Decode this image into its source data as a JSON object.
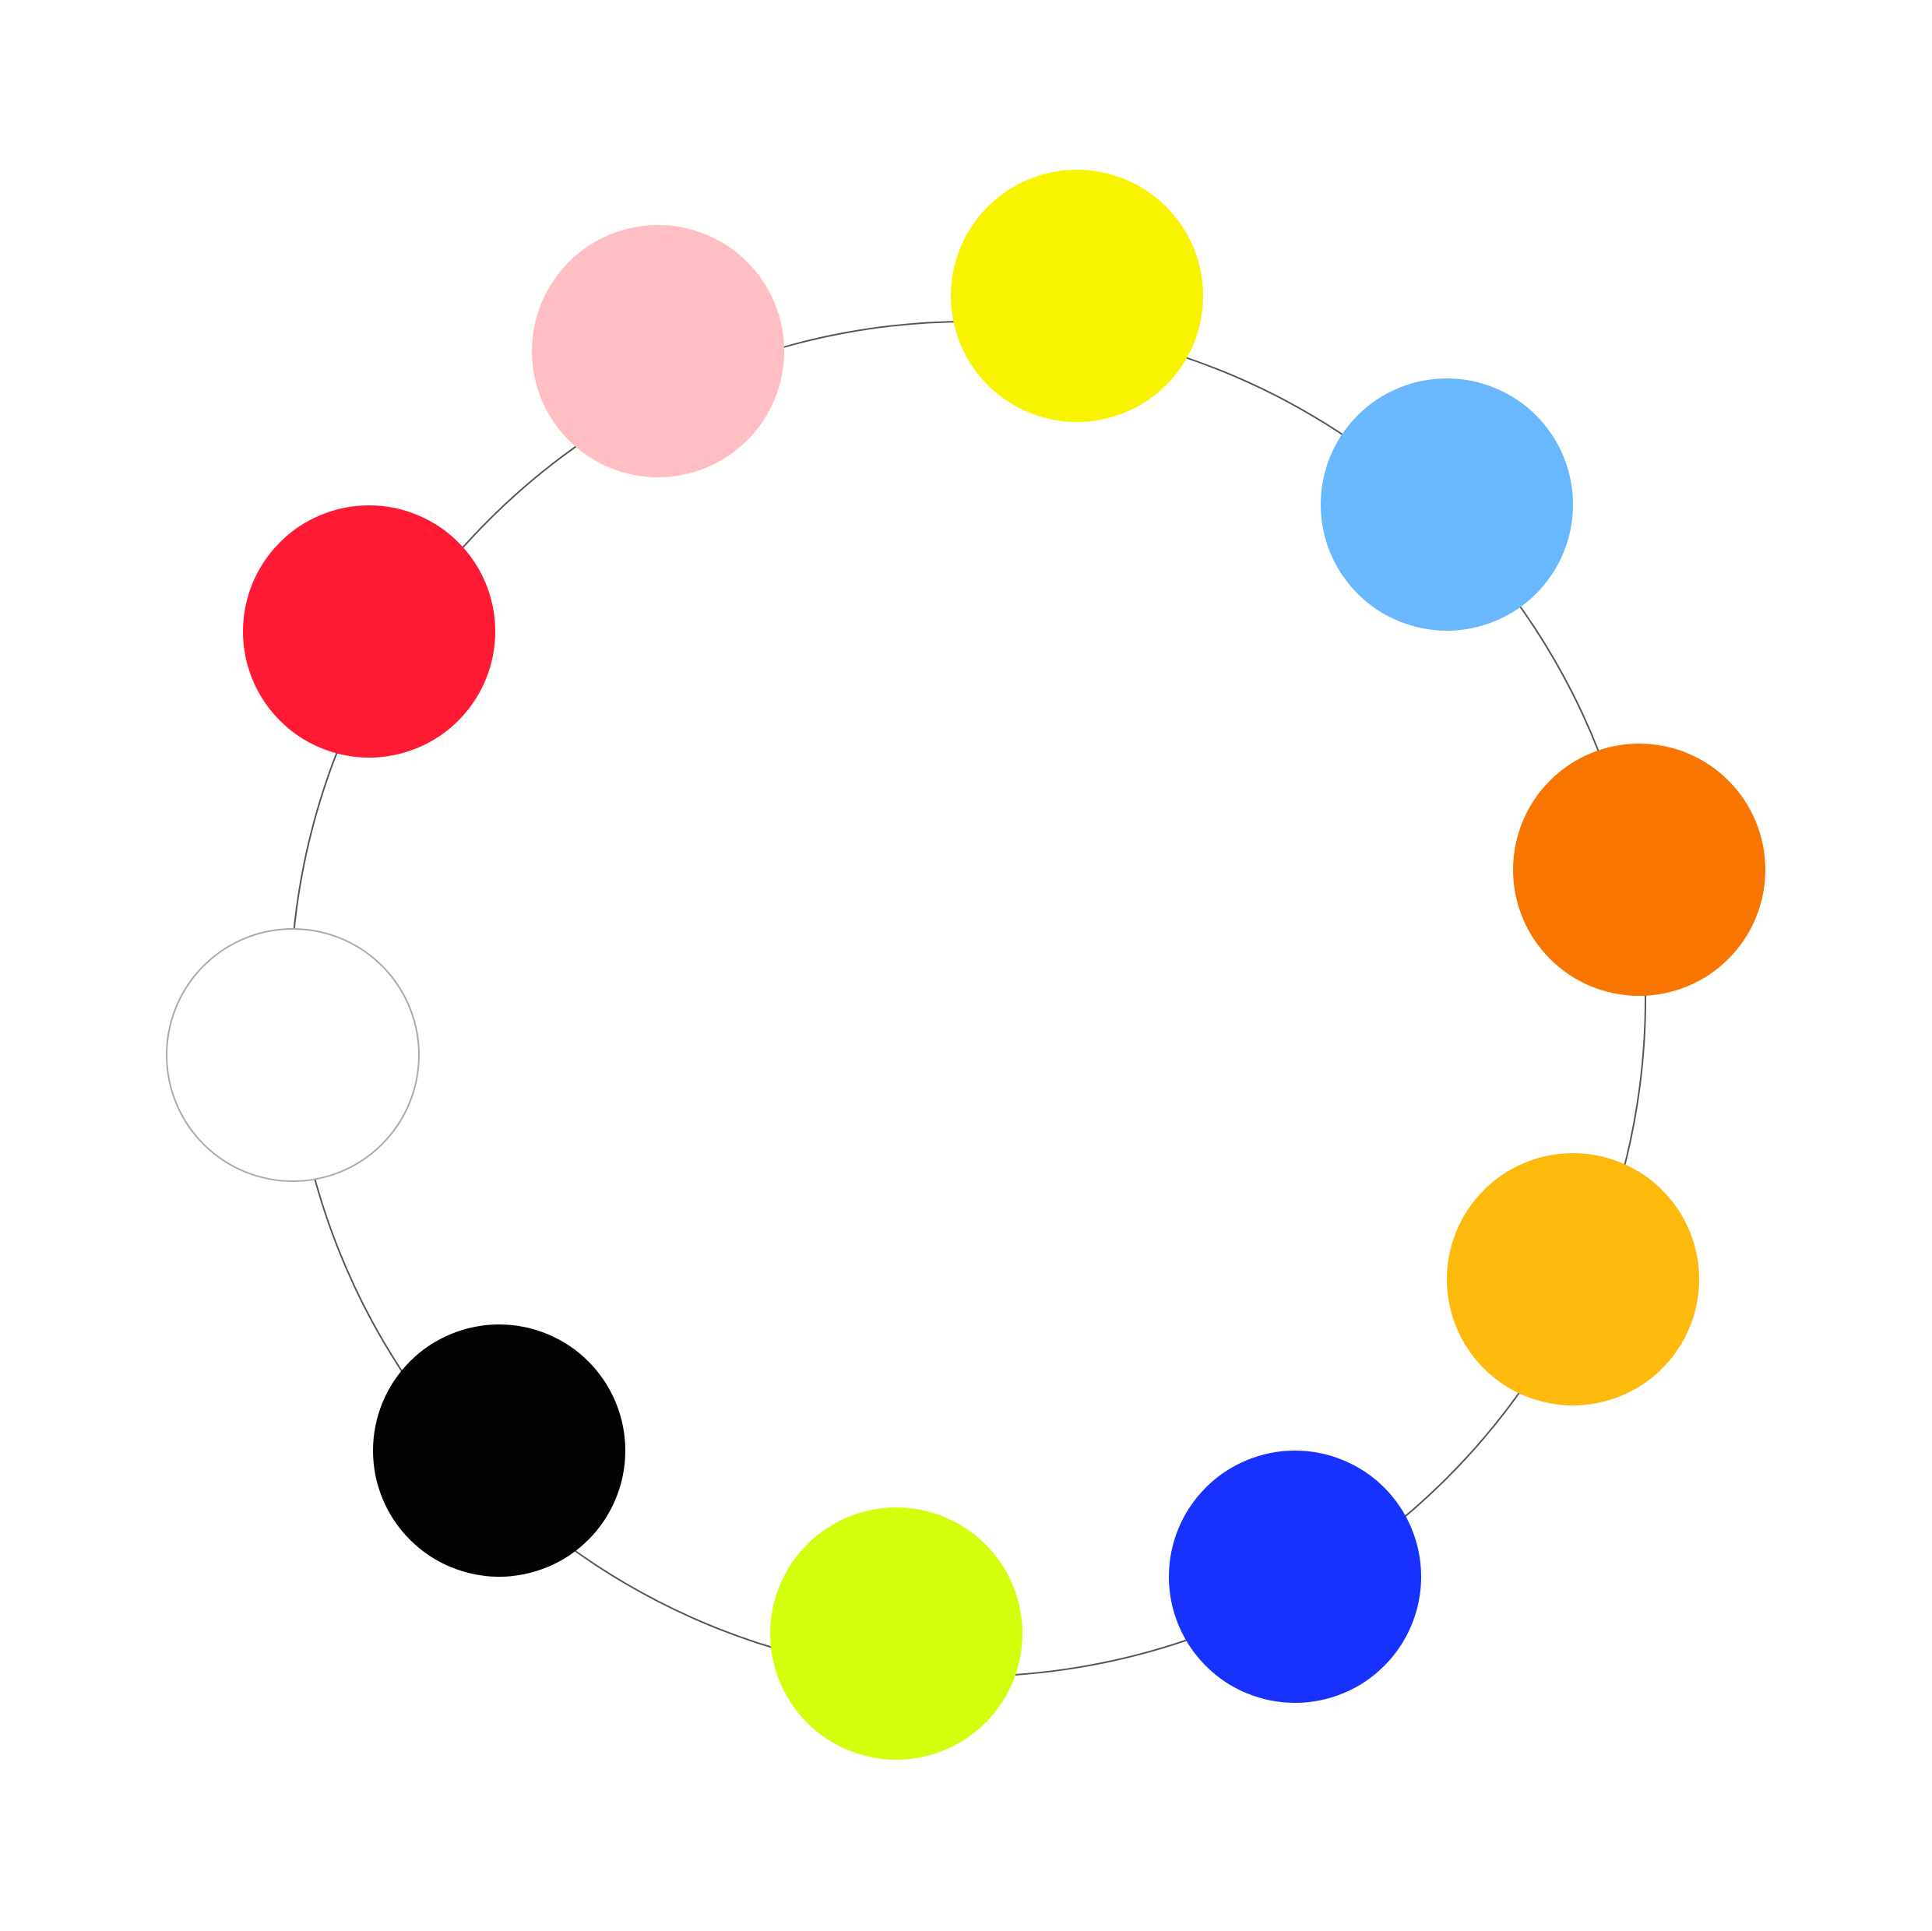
{
  "diagram": {
    "ring_color": "#555555",
    "nodes": [
      {
        "id": "yellow",
        "color": "#F8F400",
        "outline": ""
      },
      {
        "id": "light-blue",
        "color": "#69B7FD",
        "outline": ""
      },
      {
        "id": "orange",
        "color": "#F87500",
        "outline": ""
      },
      {
        "id": "amber",
        "color": "#FDB90C",
        "outline": ""
      },
      {
        "id": "blue",
        "color": "#1731FF",
        "outline": ""
      },
      {
        "id": "lime",
        "color": "#D2FF0E",
        "outline": ""
      },
      {
        "id": "black",
        "color": "#020202",
        "outline": ""
      },
      {
        "id": "white",
        "color": "#FFFFFF",
        "outline": "#AAAAAA"
      },
      {
        "id": "red",
        "color": "#FF1A33",
        "outline": ""
      },
      {
        "id": "pink",
        "color": "#FFBEC4",
        "outline": ""
      }
    ]
  }
}
